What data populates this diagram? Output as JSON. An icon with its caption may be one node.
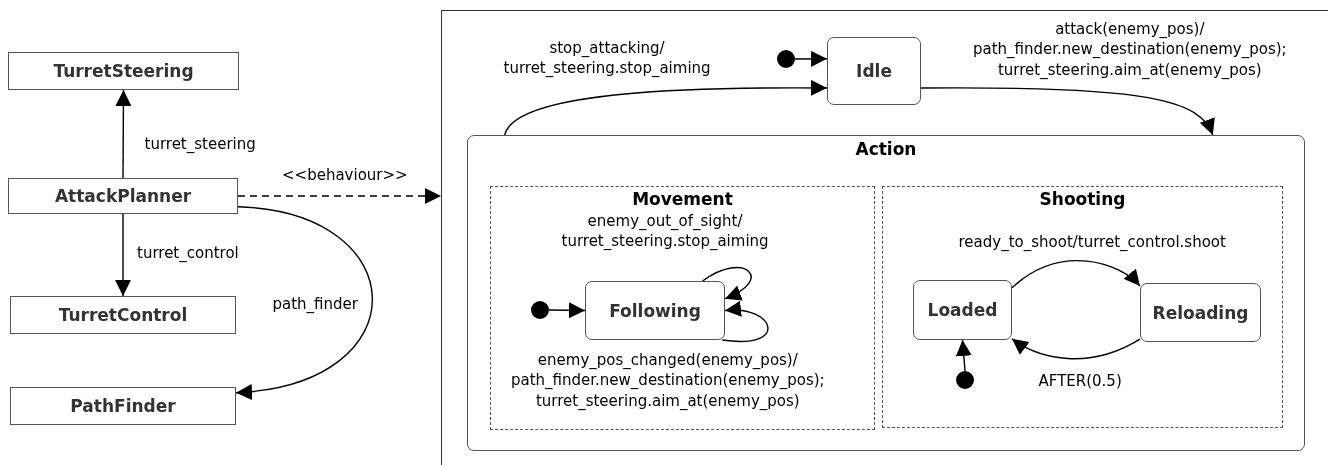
{
  "diagram": {
    "nodes": [
      {
        "text": [
          "TurretSteering"
        ]
      },
      {
        "text": [
          "AttackPlanner"
        ]
      },
      {
        "text": [
          "TurretControl"
        ]
      },
      {
        "text": [
          "PathFinder"
        ]
      },
      {
        "text": [],
        "shape": "box"
      },
      {
        "text": [],
        "shape": "circle",
        "in": 4
      },
      {
        "text": [
          "Idle"
        ],
        "in": 4
      },
      {
        "text": [
          "Action"
        ],
        "in": 4
      },
      {
        "text": [
          "Movement"
        ],
        "in": 7
      },
      {
        "text": [],
        "shape": "circle",
        "in": 8
      },
      {
        "text": [
          "Following"
        ],
        "in": 8
      },
      {
        "text": [
          "Shooting"
        ],
        "in": 7
      },
      {
        "text": [
          "Loaded"
        ],
        "in": 11
      },
      {
        "text": [
          "Reloading"
        ],
        "in": 11
      },
      {
        "text": [],
        "shape": "circle",
        "in": 11
      }
    ],
    "edges": [
      {
        "from": 1,
        "to": 0,
        "arrow": "to",
        "label": "turret_steering"
      },
      {
        "from": 1,
        "to": 4,
        "arrow": "to",
        "label": "<<behaviour>>",
        "style": "dashed"
      },
      {
        "from": 1,
        "to": 2,
        "arrow": "to",
        "label": "turret_control"
      },
      {
        "from": 1,
        "to": 3,
        "arrow": "to",
        "label": "path_finder"
      },
      {
        "from": 7,
        "to": 6,
        "arrow": "to",
        "label": "stop_attacking/ turret_steering.stop_aiming"
      },
      {
        "from": 5,
        "to": 6,
        "arrow": "to"
      },
      {
        "from": 6,
        "to": 7,
        "arrow": "to",
        "label": "attack(enemy_pos)/ path_finder.new_destination(enemy_pos); turret_steering.aim_at(enemy_pos)"
      },
      {
        "from": 10,
        "to": 10,
        "arrow": "to",
        "label": "enemy_out_of_sight/ turret_steering.stop_aiming"
      },
      {
        "from": 9,
        "to": 10,
        "arrow": "to"
      },
      {
        "from": 10,
        "to": 10,
        "arrow": "to",
        "label": "enemy_pos_changed(enemy_pos)/ path_finder.new_destination(enemy_pos); turret_steering.aim_at(enemy_pos)"
      },
      {
        "from": 12,
        "to": 13,
        "arrow": "to",
        "label": "ready_to_shoot/turret_control.shoot"
      },
      {
        "from": 14,
        "to": 12,
        "arrow": "to"
      },
      {
        "from": 13,
        "to": 12,
        "arrow": "to",
        "label": "AFTER(0.5)"
      }
    ]
  }
}
